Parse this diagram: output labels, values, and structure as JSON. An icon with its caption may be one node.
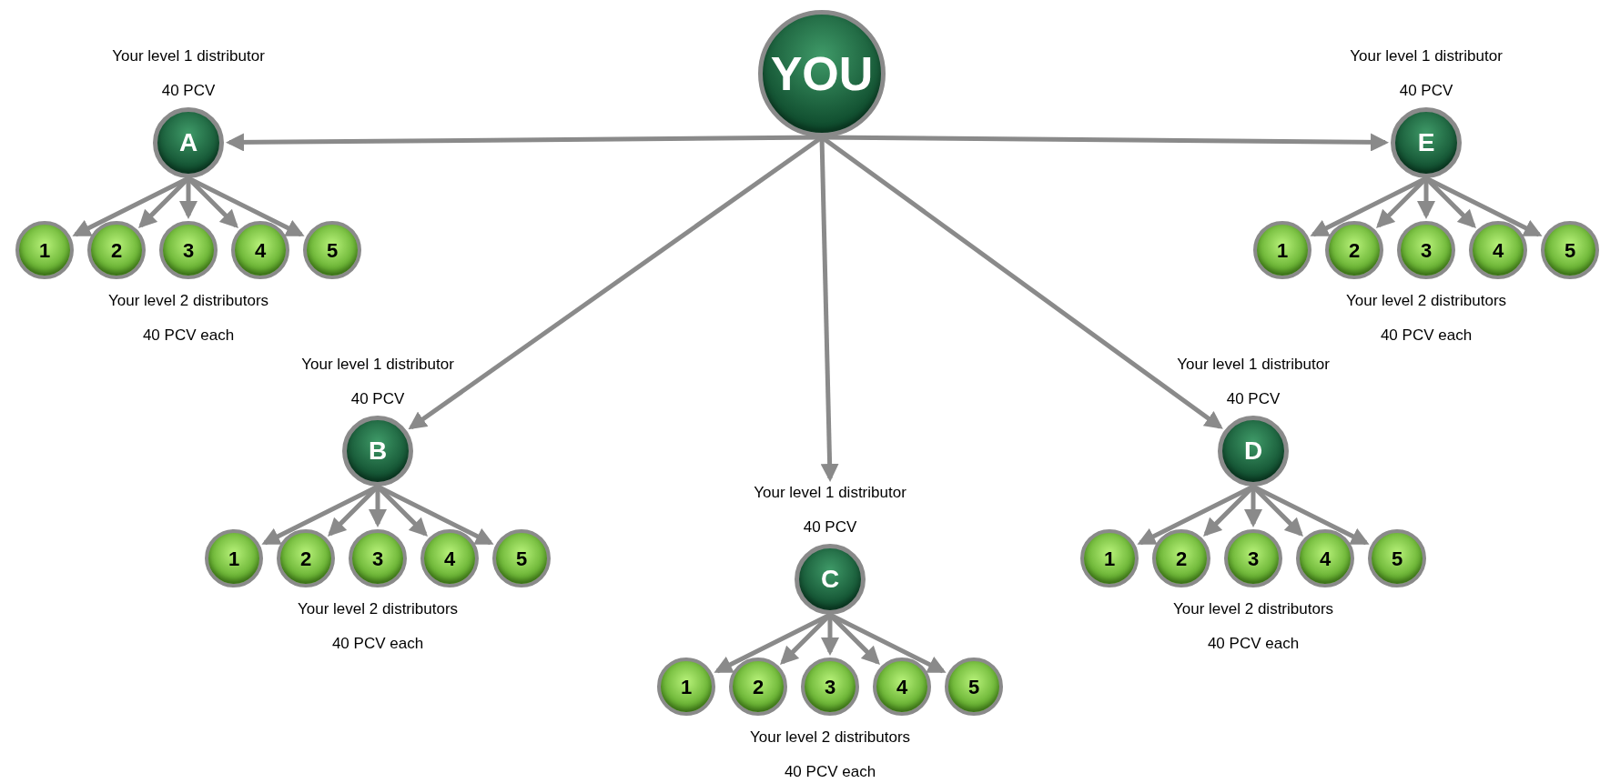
{
  "diagram": {
    "nodes": [
      {
        "text": [
          "YOU"
        ]
      },
      {
        "text": [
          "A"
        ],
        "beside": [
          "Your level 1 distributor",
          "40 PCV"
        ]
      },
      {
        "text": [
          "1"
        ]
      },
      {
        "text": [
          "2"
        ]
      },
      {
        "text": [
          "3"
        ]
      },
      {
        "text": [
          "4"
        ]
      },
      {
        "text": [
          "5"
        ]
      },
      {
        "text": [
          "E"
        ],
        "beside": [
          "Your level 1 distributor",
          "40 PCV"
        ]
      },
      {
        "text": [
          "1"
        ]
      },
      {
        "text": [
          "2"
        ]
      },
      {
        "text": [
          "3"
        ]
      },
      {
        "text": [
          "4"
        ]
      },
      {
        "text": [
          "5"
        ]
      },
      {
        "text": [
          "B"
        ],
        "beside": [
          "Your level 1 distributor",
          "40 PCV"
        ]
      },
      {
        "text": [
          "1"
        ]
      },
      {
        "text": [
          "2"
        ]
      },
      {
        "text": [
          "3"
        ]
      },
      {
        "text": [
          "4"
        ]
      },
      {
        "text": [
          "5"
        ]
      },
      {
        "text": [
          "D"
        ],
        "beside": [
          "Your level 1 distributor",
          "40 PCV"
        ]
      },
      {
        "text": [
          "1"
        ]
      },
      {
        "text": [
          "2"
        ]
      },
      {
        "text": [
          "3"
        ]
      },
      {
        "text": [
          "4"
        ]
      },
      {
        "text": [
          "5"
        ]
      },
      {
        "text": [
          "C"
        ],
        "beside": [
          "Your level 1 distributor",
          "40 PCV"
        ]
      },
      {
        "text": [
          "1"
        ]
      },
      {
        "text": [
          "2"
        ]
      },
      {
        "text": [
          "3"
        ]
      },
      {
        "text": [
          "4"
        ]
      },
      {
        "text": [
          "5"
        ]
      }
    ],
    "edges": [
      {
        "from": 0,
        "to": 1,
        "arrow": "to"
      },
      {
        "from": 0,
        "to": 7,
        "arrow": "to"
      },
      {
        "from": 0,
        "to": 13,
        "arrow": "to"
      },
      {
        "from": 0,
        "to": 19,
        "arrow": "to"
      },
      {
        "from": 0,
        "to": 25,
        "arrow": "to"
      },
      {
        "from": 1,
        "to": 2,
        "arrow": "to"
      },
      {
        "from": 1,
        "to": 3,
        "arrow": "to"
      },
      {
        "from": 1,
        "to": 4,
        "arrow": "to"
      },
      {
        "from": 1,
        "to": 5,
        "arrow": "to"
      },
      {
        "from": 1,
        "to": 6,
        "arrow": "to"
      },
      {
        "from": 7,
        "to": 8,
        "arrow": "to"
      },
      {
        "from": 7,
        "to": 9,
        "arrow": "to"
      },
      {
        "from": 7,
        "to": 10,
        "arrow": "to"
      },
      {
        "from": 7,
        "to": 11,
        "arrow": "to"
      },
      {
        "from": 7,
        "to": 12,
        "arrow": "to"
      },
      {
        "from": 13,
        "to": 14,
        "arrow": "to"
      },
      {
        "from": 13,
        "to": 15,
        "arrow": "to"
      },
      {
        "from": 13,
        "to": 16,
        "arrow": "to"
      },
      {
        "from": 13,
        "to": 17,
        "arrow": "to"
      },
      {
        "from": 13,
        "to": 18,
        "arrow": "to"
      },
      {
        "from": 19,
        "to": 20,
        "arrow": "to"
      },
      {
        "from": 19,
        "to": 21,
        "arrow": "to"
      },
      {
        "from": 19,
        "to": 22,
        "arrow": "to"
      },
      {
        "from": 19,
        "to": 23,
        "arrow": "to"
      },
      {
        "from": 19,
        "to": 24,
        "arrow": "to"
      },
      {
        "from": 25,
        "to": 26,
        "arrow": "to"
      },
      {
        "from": 25,
        "to": 27,
        "arrow": "to"
      },
      {
        "from": 25,
        "to": 28,
        "arrow": "to"
      },
      {
        "from": 25,
        "to": 29,
        "arrow": "to"
      },
      {
        "from": 25,
        "to": 30,
        "arrow": "to"
      }
    ],
    "labels": [
      "Your level 2 distributors",
      "40 PCV each",
      "Your level 2 distributors",
      "40 PCV each",
      "Your level 2 distributors",
      "40 PCV each",
      "Your level 2 distributors",
      "40 PCV each",
      "Your level 2 distributors",
      "40 PCV each"
    ]
  }
}
